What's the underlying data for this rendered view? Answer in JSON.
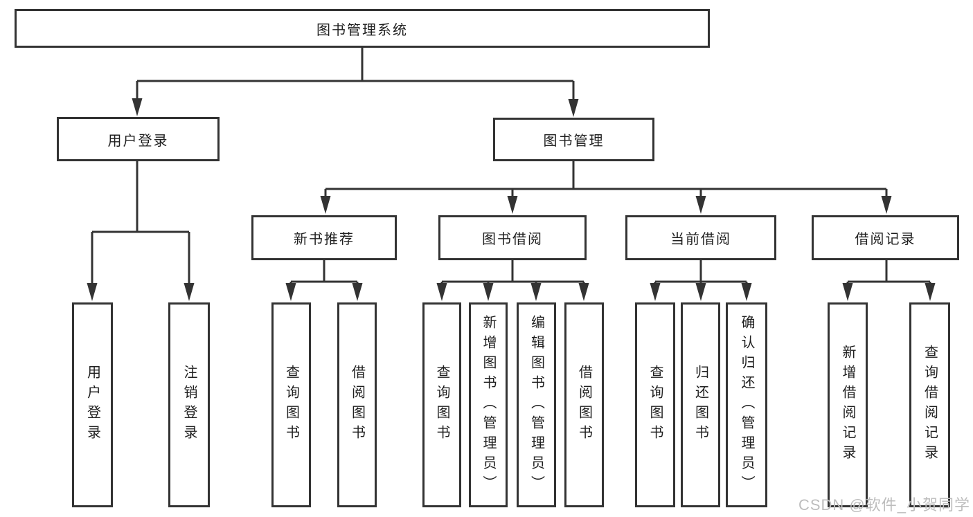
{
  "diagram": {
    "title": "图书管理系统",
    "root": {
      "label": "图书管理系统"
    },
    "level2": [
      {
        "label": "用户登录"
      },
      {
        "label": "图书管理"
      }
    ],
    "level3": [
      {
        "label": "新书推荐"
      },
      {
        "label": "图书借阅"
      },
      {
        "label": "当前借阅"
      },
      {
        "label": "借阅记录"
      }
    ],
    "leaves": [
      {
        "label": "用户登录",
        "parent": "用户登录"
      },
      {
        "label": "注销登录",
        "parent": "用户登录"
      },
      {
        "label": "查询图书",
        "parent": "新书推荐"
      },
      {
        "label": "借阅图书",
        "parent": "新书推荐"
      },
      {
        "label": "查询图书",
        "parent": "图书借阅"
      },
      {
        "label": "新增图书（管理员）",
        "parent": "图书借阅"
      },
      {
        "label": "编辑图书（管理员）",
        "parent": "图书借阅"
      },
      {
        "label": "借阅图书",
        "parent": "图书借阅"
      },
      {
        "label": "查询图书",
        "parent": "当前借阅"
      },
      {
        "label": "归还图书",
        "parent": "当前借阅"
      },
      {
        "label": "确认归还（管理员）",
        "parent": "当前借阅"
      },
      {
        "label": "新增借阅记录",
        "parent": "借阅记录"
      },
      {
        "label": "查询借阅记录",
        "parent": "借阅记录"
      }
    ],
    "colors": {
      "line": "#333333",
      "text": "#1f1f1f",
      "box_background": "#ffffff",
      "watermark": "#bdbdbd"
    }
  },
  "watermark": {
    "text": "CSDN @软件_小贺同学"
  }
}
